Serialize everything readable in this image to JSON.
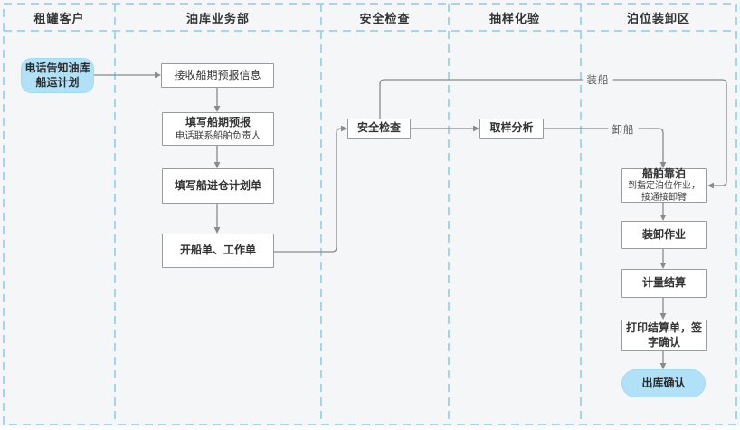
{
  "canvas": {
    "background": "#f5f6f7",
    "lane_line_color": "#a0d7ee",
    "connector_color": "#8a8a8a",
    "node_border_color": "#9b9b9b",
    "node_background": "#ffffff",
    "accent_node_background": "#b0e1f7",
    "text_color": "#333333"
  },
  "lanes": [
    {
      "label": "租罐客户"
    },
    {
      "label": "油库业务部"
    },
    {
      "label": "安全检查"
    },
    {
      "label": "抽样化验"
    },
    {
      "label": "泊位装卸区"
    }
  ],
  "nodes": {
    "phone_notify": {
      "label": "电话告知油库\n船运计划"
    },
    "receive_forecast": {
      "label": "接收船期预报信息"
    },
    "fill_forecast": {
      "title": "填写船期预报",
      "subtitle": "电话联系船舶负责人"
    },
    "fill_plan": {
      "label": "填写船进仓计划单"
    },
    "issue_orders": {
      "label": "开船单、工作单"
    },
    "safety_check": {
      "label": "安全检查"
    },
    "sampling": {
      "label": "取样分析"
    },
    "berthing": {
      "title": "船舶靠泊",
      "subtitle": "到指定泊位作业，\n接通接卸臂"
    },
    "loading_op": {
      "label": "装卸作业"
    },
    "measurement": {
      "label": "计量结算"
    },
    "print_sign": {
      "label": "打印结算单，签\n字确认"
    },
    "outbound_confirm": {
      "label": "出库确认"
    }
  },
  "edge_labels": {
    "load_ship": "装船",
    "unload_ship": "卸船"
  }
}
